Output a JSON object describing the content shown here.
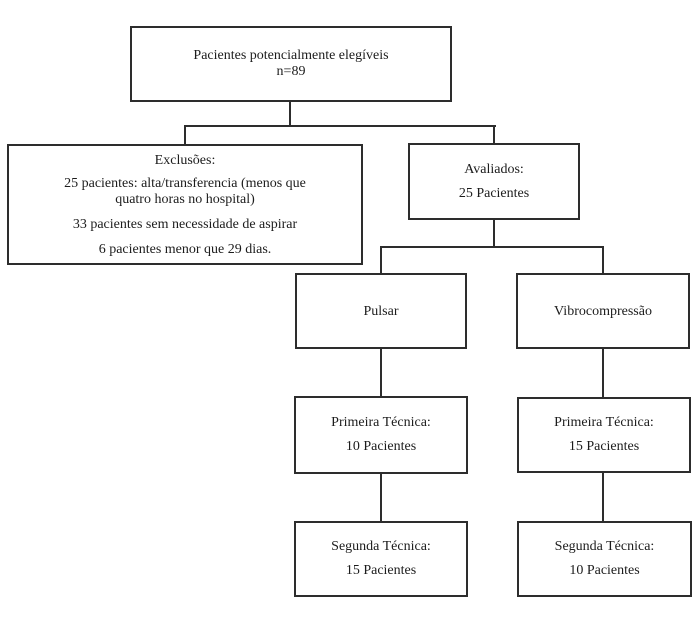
{
  "diagram": {
    "type": "flowchart",
    "colors": {
      "background": "#ffffff",
      "box_fill": "#ffffff",
      "border": "#2d2d2d",
      "text": "#1c1c1c"
    },
    "nodes": {
      "eligible": {
        "lines": [
          "Pacientes potencialmente elegíveis",
          "n=89"
        ]
      },
      "exclusions": {
        "lines": [
          "Exclusões:",
          "25 pacientes: alta/transferencia (menos que",
          "quatro horas no hospital)",
          "33 pacientes sem necessidade de aspirar",
          "6 pacientes menor que 29 dias."
        ]
      },
      "evaluated": {
        "lines": [
          "Avaliados:",
          "25 Pacientes"
        ]
      },
      "pulsar": {
        "lines": [
          "Pulsar"
        ]
      },
      "vibrocompression": {
        "lines": [
          "Vibrocompressão"
        ]
      },
      "pulsar_first": {
        "lines": [
          "Primeira Técnica:",
          "10 Pacientes"
        ]
      },
      "vibrocompression_first": {
        "lines": [
          "Primeira Técnica:",
          "15 Pacientes"
        ]
      },
      "pulsar_second": {
        "lines": [
          "Segunda Técnica:",
          "15 Pacientes"
        ]
      },
      "vibrocompression_second": {
        "lines": [
          "Segunda Técnica:",
          "10 Pacientes"
        ]
      }
    },
    "edges": [
      {
        "from": "eligible",
        "to": "exclusions"
      },
      {
        "from": "eligible",
        "to": "evaluated"
      },
      {
        "from": "evaluated",
        "to": "pulsar"
      },
      {
        "from": "evaluated",
        "to": "vibrocompression"
      },
      {
        "from": "pulsar",
        "to": "pulsar_first"
      },
      {
        "from": "pulsar_first",
        "to": "pulsar_second"
      },
      {
        "from": "vibrocompression",
        "to": "vibrocompression_first"
      },
      {
        "from": "vibrocompression_first",
        "to": "vibrocompression_second"
      }
    ]
  }
}
